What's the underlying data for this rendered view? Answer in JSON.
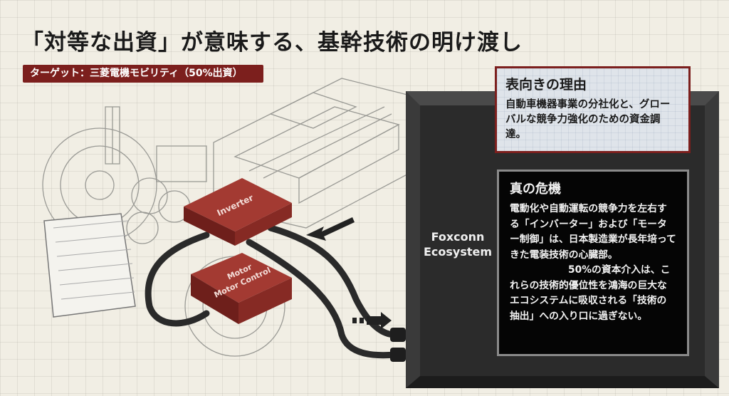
{
  "title": "「対等な出資」が意味する、基幹技術の明け渡し",
  "target_label": "ターゲット：三菱電機モビリティ（50%出資）",
  "diagram": {
    "inverter_label": "Inverter",
    "motor_control_label": "Motor Control",
    "ecosystem_label_line1": "Foxconn",
    "ecosystem_label_line2": "Ecosystem"
  },
  "surface_reason": {
    "heading": "表向きの理由",
    "body": "自動車機器事業の分社化と、グローバルな競争力強化のための資金調達。"
  },
  "real_crisis": {
    "heading": "真の危機",
    "body1": "電動化や自動運転の競争力を左右する「インバーター」および「モーター制御」は、日本製造業が長年培ってきた電装技術の心臓部。",
    "body2": "50%の資本介入は、これらの技術的優位性を鴻海の巨大なエコシステムに吸収される「技術の抽出」への入り口に過ぎない。"
  },
  "colors": {
    "accent_red": "#7c1f1d",
    "dark_block": "#2a2a2a",
    "background": "#f1eee4"
  }
}
